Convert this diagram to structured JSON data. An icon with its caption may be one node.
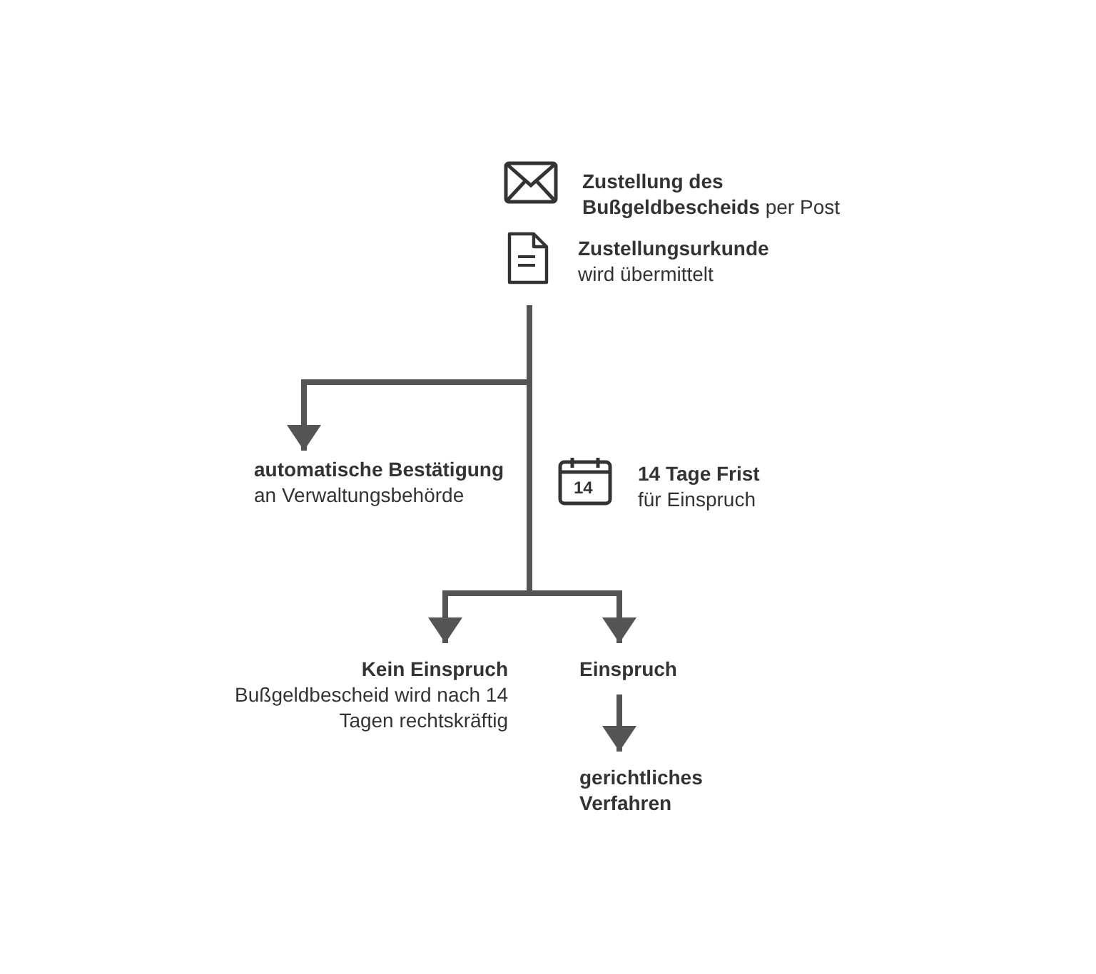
{
  "diagram": {
    "nodes": [
      {
        "text": [
          "**Zustellung des Bußgeldbescheids** per Post"
        ]
      },
      {
        "text": [
          "Zustellungsurkunde",
          "wird übermittelt"
        ]
      },
      {
        "text": [
          "automatische Bestätigung",
          "an Verwaltungsbehörde"
        ]
      },
      {
        "text": [
          "Kein Einspruch",
          "Bußgeldbescheid wird nach 14 Tagen rechtskräftig"
        ]
      },
      {
        "text": [
          "Einspruch"
        ]
      },
      {
        "text": [
          "gerichtliches Verfahren"
        ]
      }
    ],
    "edges": [
      {
        "from": 1,
        "to": 2,
        "arrow": "to"
      },
      {
        "from": 1,
        "to": 3,
        "arrow": "to"
      },
      {
        "from": 1,
        "to": 4,
        "arrow": "to"
      },
      {
        "from": 4,
        "to": 5,
        "arrow": "to"
      }
    ],
    "labels": [
      "14",
      "14 Tage Frist",
      "für Einspruch"
    ]
  }
}
